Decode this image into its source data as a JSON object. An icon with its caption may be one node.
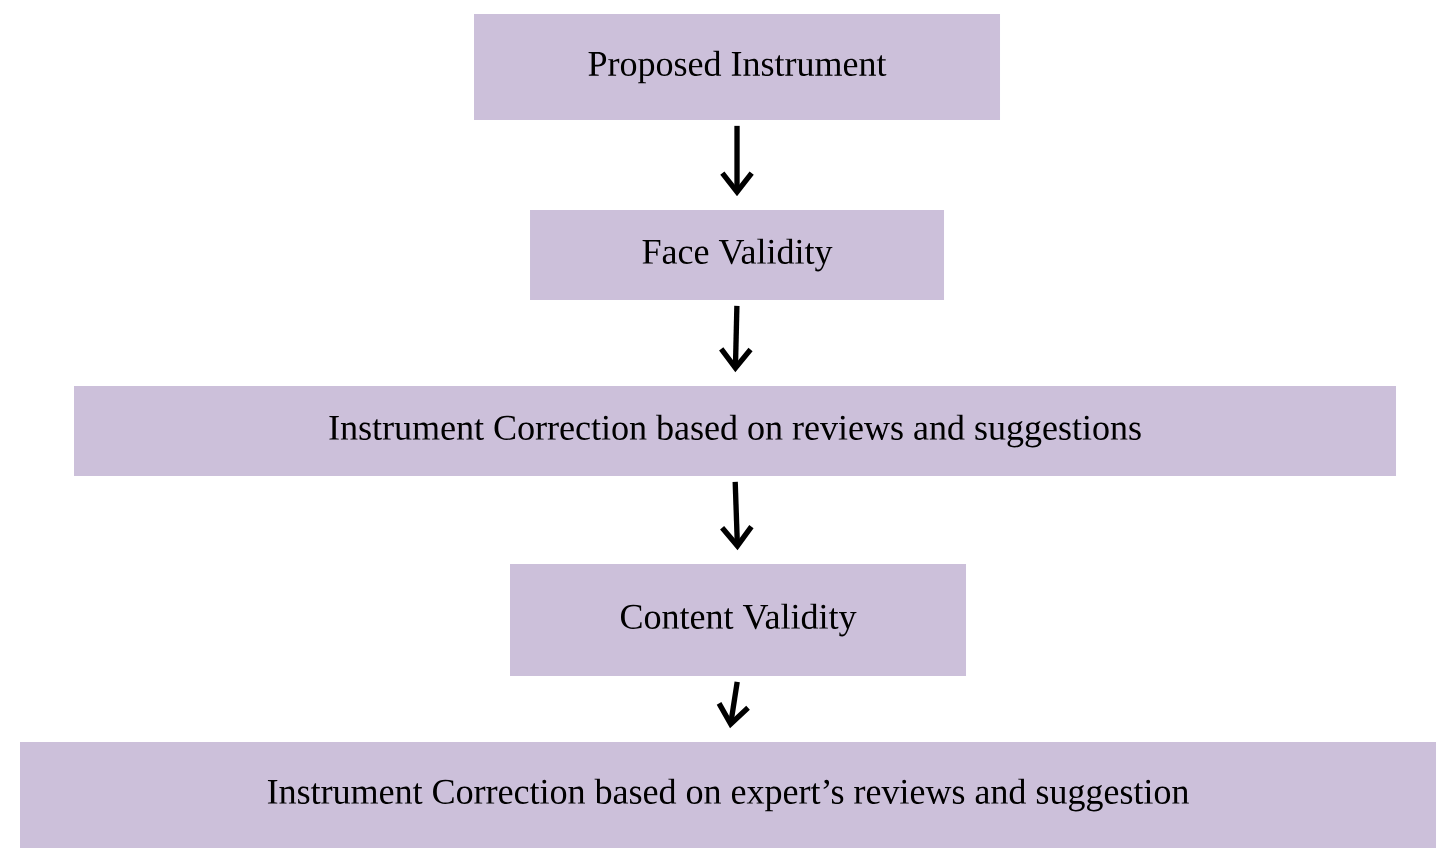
{
  "diagram": {
    "nodes": [
      {
        "text": [
          "Proposed Instrument"
        ]
      },
      {
        "text": [
          "Face Validity"
        ]
      },
      {
        "text": [
          "Instrument Correction based on reviews and suggestions"
        ]
      },
      {
        "text": [
          "Content Validity"
        ]
      },
      {
        "text": [
          "Instrument Correction based on expert’s reviews and suggestion"
        ]
      }
    ],
    "edges": [
      {
        "from": 0,
        "to": 1,
        "arrow": "to"
      },
      {
        "from": 1,
        "to": 2,
        "arrow": "to"
      },
      {
        "from": 2,
        "to": 3,
        "arrow": "to"
      },
      {
        "from": 3,
        "to": 4,
        "arrow": "to"
      }
    ]
  }
}
